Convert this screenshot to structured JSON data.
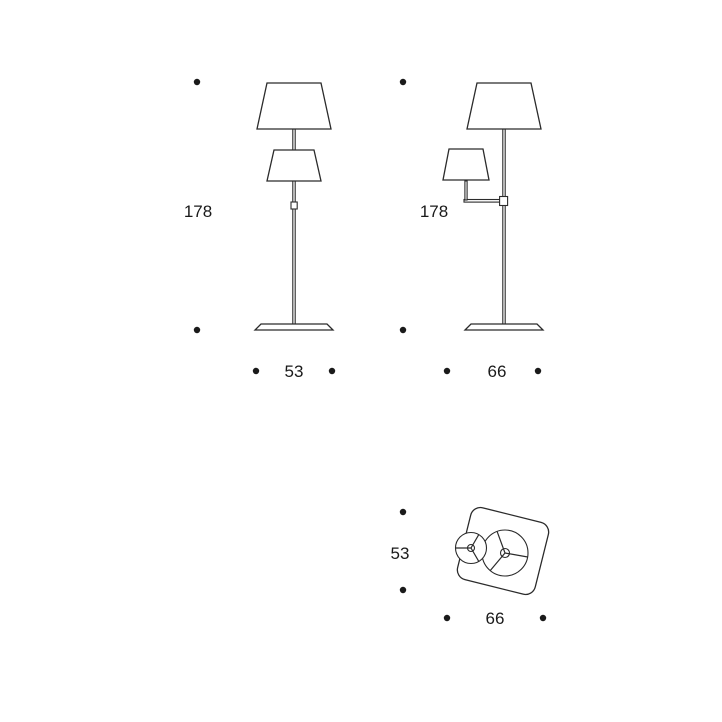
{
  "colors": {
    "background": "#ffffff",
    "line": "#2b2b2b",
    "text": "#1a1a1a"
  },
  "views": {
    "front_lamp_a": {
      "height": "178",
      "width": "53"
    },
    "front_lamp_b": {
      "height": "178",
      "width": "66"
    },
    "top_view": {
      "depth": "53",
      "width": "66"
    }
  }
}
